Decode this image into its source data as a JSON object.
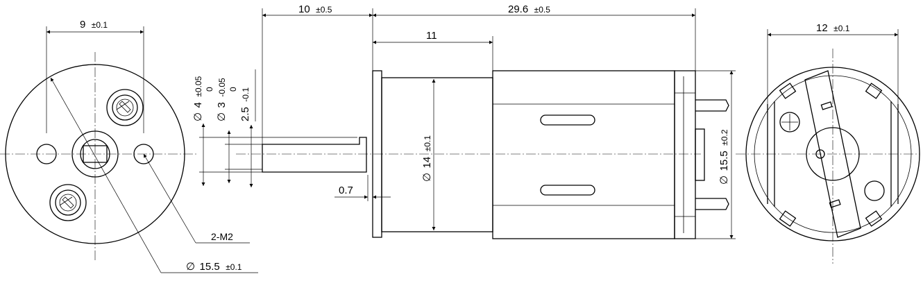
{
  "dimensions": {
    "front_slot_spacing": {
      "nominal": "9",
      "tolerance": "±0.1"
    },
    "shaft_length": {
      "nominal": "10",
      "tolerance": "±0.5"
    },
    "body_length": {
      "nominal": "29.6",
      "tolerance": "±0.5"
    },
    "gearbox_length": {
      "nominal": "11"
    },
    "rear_spacing": {
      "nominal": "12",
      "tolerance": "±0.1"
    },
    "shaft_diameter": {
      "symbol": "∅",
      "nominal": "4",
      "tol_upper": "±0.05",
      "tol_lower": "0"
    },
    "flat_diameter": {
      "symbol": "∅",
      "nominal": "3",
      "tol_upper": "-0.05",
      "tol_lower": "0"
    },
    "flat_depth": {
      "nominal": "2.5",
      "tolerance": "-0.1"
    },
    "flange_thickness": {
      "nominal": "0.7"
    },
    "gearbox_diameter": {
      "symbol": "∅",
      "nominal": "14",
      "tolerance": "±0.1"
    },
    "motor_diameter": {
      "symbol": "∅",
      "nominal": "15.5",
      "tolerance": "±0.2"
    },
    "mount_thread": {
      "label": "2-M2"
    },
    "front_outer_diameter": {
      "symbol": "∅",
      "nominal": "15.5",
      "tolerance": "±0.1"
    }
  }
}
